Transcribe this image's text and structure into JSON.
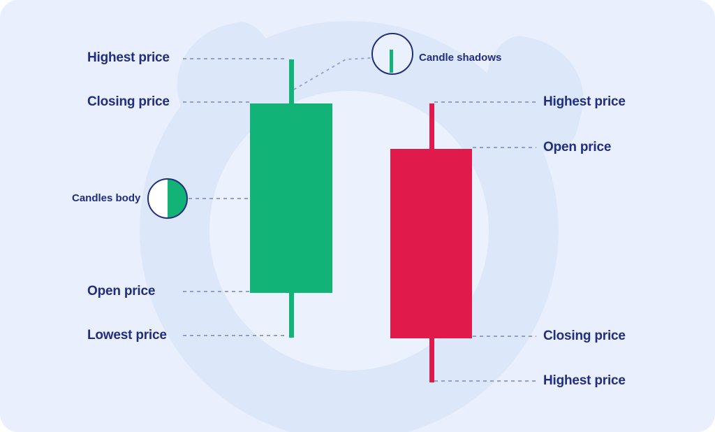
{
  "colors": {
    "background": "#e9effc",
    "navy": "#202e7f",
    "green": "#12b377",
    "red": "#e01b4b",
    "dash": "#8f9fd4",
    "watermark_ring": "#dde7fa",
    "watermark_hole": "#ecf2fd"
  },
  "green_candle": {
    "highest_price": "Highest price",
    "closing_price": "Closing price",
    "open_price": "Open price",
    "lowest_price": "Lowest price"
  },
  "red_candle": {
    "highest_price_top": "Highest price",
    "open_price": "Open price",
    "closing_price": "Closing price",
    "highest_price_bottom": "Highest price"
  },
  "callouts": {
    "candle_shadows": "Candle shadows",
    "candles_body": "Candles body"
  }
}
